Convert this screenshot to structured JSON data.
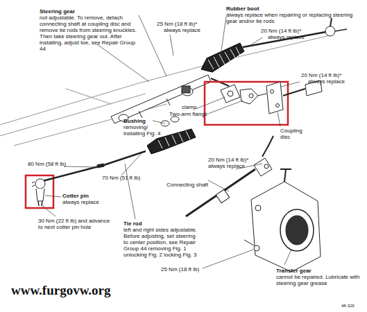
{
  "diagram": {
    "labels": [
      "Steering gear",
      "not adjustable. To remove, detach connecting shaft at coupling disc and remove tie rods from steering knuckles. Then take steering gear out. After installing, adjust toe, see Repair Group 44",
      "25 Nm (18 ft lb)*",
      "always replace",
      "Rubber boot",
      "always replace when repairing or replacing steering gear and/or tie rods",
      "20 Nm (14 ft lb)*",
      "always replace",
      "20 Nm (14 ft lb)*",
      "always replace",
      "clamp",
      "Two-arm flange",
      "Coupling disc",
      "Bushing",
      "removing/ installing Fig. 4",
      "80 Nm (58 ft lb)",
      "70 Nm (51 ft lb)",
      "Cotter pin",
      "always replace",
      "30 Nm (22 ft lb) and advance to next cotter pin hole",
      "Tie rod",
      "left and right sides adjustable. Before adjusting, set steering to center position, see Repair Group 44 removing Fig. 1 unlocking Fig. 2 locking Fig. 3",
      "20 Nm (14 ft lb)*",
      "always replace",
      "Connecting shaft",
      "25 Nm (18 ft lb)",
      "Transfer gear",
      "cannot be repaired. Lubricate with steering gear grease",
      "www.furgovw.org",
      "48-329"
    ]
  }
}
